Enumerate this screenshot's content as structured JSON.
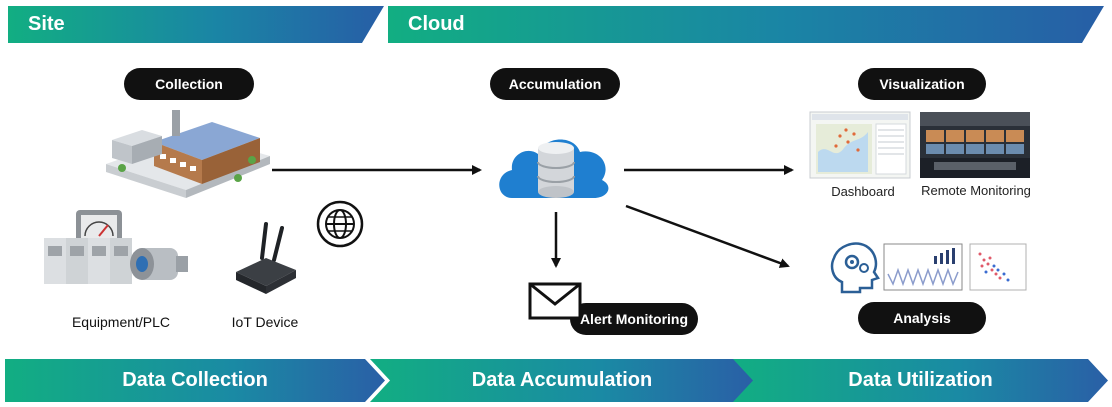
{
  "header": {
    "site": "Site",
    "cloud": "Cloud"
  },
  "pills": {
    "collection": "Collection",
    "accumulation": "Accumulation",
    "visualization": "Visualization",
    "analysis": "Analysis",
    "alert": "Alert Monitoring"
  },
  "captions": {
    "equipment": "Equipment/PLC",
    "iot": "IoT Device",
    "dashboard": "Dashboard",
    "remote": "Remote Monitoring"
  },
  "steps": [
    "Data Collection",
    "Data Accumulation",
    "Data Utilization"
  ],
  "icons": {
    "factory": "factory-icon",
    "equipment": "plc-equipment-icon",
    "gauge": "gauge-icon",
    "motor": "motor-icon",
    "router": "iot-router-icon",
    "globe": "globe-icon",
    "cloud": "cloud-database-icon",
    "mail": "mail-envelope-icon",
    "head": "head-gears-icon"
  },
  "colors": {
    "gradient_start": "#12ae82",
    "gradient_end": "#275ea6",
    "pill": "#111111",
    "cloud": "#1f7fd0"
  }
}
